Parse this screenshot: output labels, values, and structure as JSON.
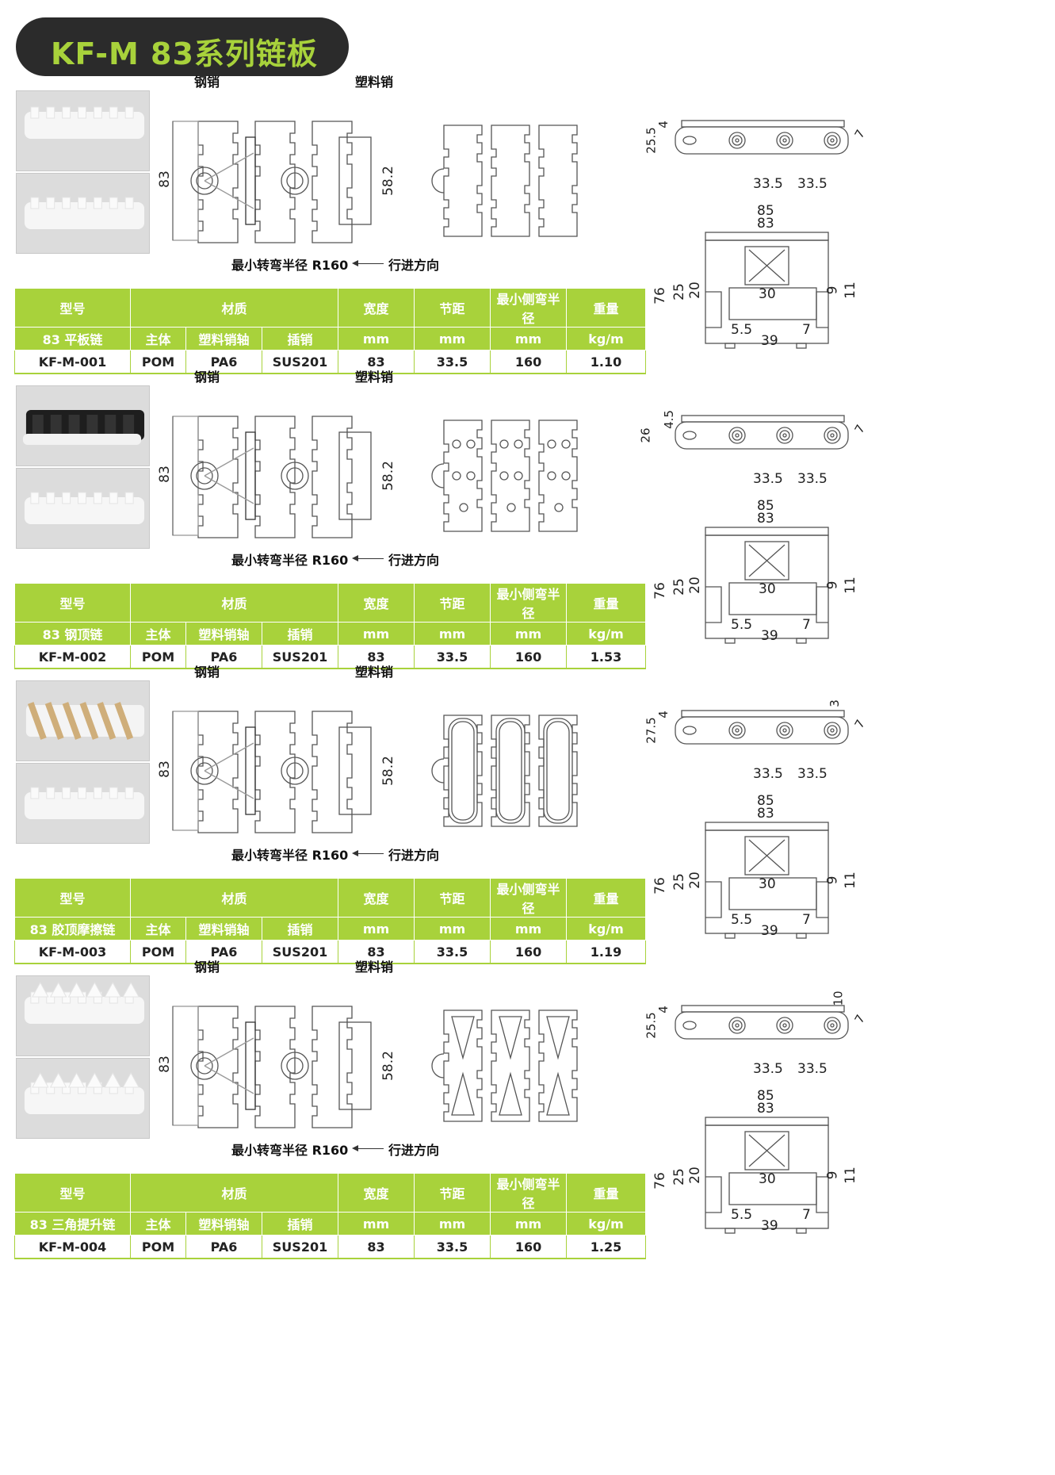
{
  "page_title": "KF-M 83系列链板",
  "common": {
    "steel_pin": "钢销",
    "plastic_pin": "塑料销",
    "min_radius_label": "最小转弯半径 R160",
    "direction_label": "行进方向",
    "dim_width": "83",
    "dim_height": "58.2",
    "pitch_a": "33.5",
    "pitch_b": "33.5",
    "d85": "85",
    "d83": "83",
    "d76": "76",
    "d25": "25",
    "d20": "20",
    "d30": "30",
    "d9": "9",
    "d11": "11",
    "d5_5": "5.5",
    "d7": "7",
    "d39": "39"
  },
  "table_headers": {
    "model": "型号",
    "material": "材质",
    "width": "宽度",
    "pitch": "节距",
    "min_side_radius": "最小侧弯半径",
    "weight": "重量",
    "body": "主体",
    "plastic_axle": "塑料销轴",
    "pin": "插销",
    "unit_mm": "mm",
    "unit_kg": "kg/m"
  },
  "products": [
    {
      "name": "83 平板链",
      "code": "KF-M-001",
      "body": "POM",
      "axle": "PA6",
      "pin": "SUS201",
      "width": "83",
      "pitch": "33.5",
      "radius": "160",
      "weight": "1.10",
      "side": {
        "top": "4",
        "h": "25.5",
        "right": "7",
        "extra": ""
      }
    },
    {
      "name": "83 钢顶链",
      "code": "KF-M-002",
      "body": "POM",
      "axle": "PA6",
      "pin": "SUS201",
      "width": "83",
      "pitch": "33.5",
      "radius": "160",
      "weight": "1.53",
      "side": {
        "top": "4.5",
        "h": "26",
        "right": "7",
        "extra": ""
      }
    },
    {
      "name": "83 胶顶摩擦链",
      "code": "KF-M-003",
      "body": "POM",
      "axle": "PA6",
      "pin": "SUS201",
      "width": "83",
      "pitch": "33.5",
      "radius": "160",
      "weight": "1.19",
      "side": {
        "top": "4",
        "h": "27.5",
        "right": "7",
        "extra": "3"
      }
    },
    {
      "name": "83 三角提升链",
      "code": "KF-M-004",
      "body": "POM",
      "axle": "PA6",
      "pin": "SUS201",
      "width": "83",
      "pitch": "33.5",
      "radius": "160",
      "weight": "1.25",
      "side": {
        "top": "4",
        "h": "25.5",
        "right": "7",
        "extra": "10"
      }
    }
  ],
  "colors": {
    "accent": "#a8d23b",
    "title_bg": "#2b2b2b",
    "line": "#555555"
  }
}
